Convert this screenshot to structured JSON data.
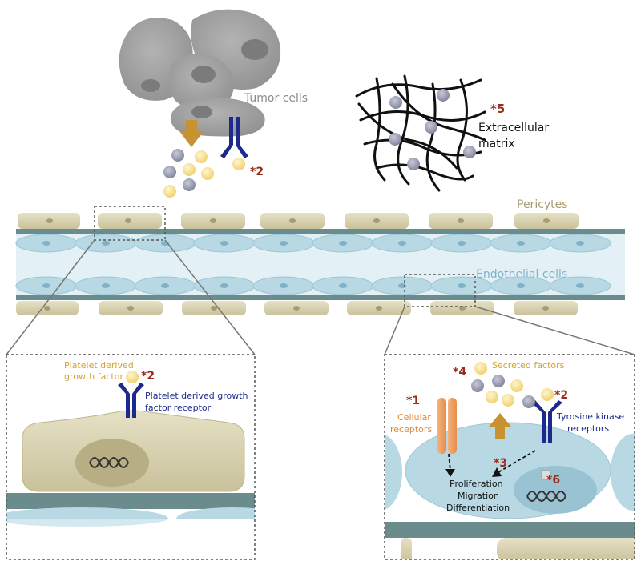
{
  "labels": {
    "tumor_cells": "Tumor cells",
    "extracellular_matrix_line1": "Extracellular",
    "extracellular_matrix_line2": "matrix",
    "pericytes": "Pericytes",
    "endothelial_cells": "Endothelial cells",
    "pdgf_line1": "Platelet derived",
    "pdgf_line2": "growth factor",
    "pdgfr_line1": "Platelet derived growth",
    "pdgfr_line2": "factor receptor",
    "secreted_factors": "Secreted factors",
    "cellular_receptors_line1": "Cellular",
    "cellular_receptors_line2": "receptors",
    "tyrosine_kinase_line1": "Tyrosine kinase",
    "tyrosine_kinase_line2": "receptors",
    "outcome_1": "Proliferation",
    "outcome_2": "Migration",
    "outcome_3": "Differentiation"
  },
  "markers": {
    "tumor_receptor": "*2",
    "ecm": "*5",
    "pdgf": "*2",
    "cellular_receptors": "*1",
    "secreted_factors": "*4",
    "tyrosine_kinase": "*2",
    "signaling": "*3",
    "nucleus": "*6"
  },
  "colors": {
    "marker_red": "#9b2b1a",
    "pericyte": "#d9d3b4",
    "pericyte_dark": "#a59c6f",
    "endothelial": "#b8d9e4",
    "vessel_wall": "#6b8c8c",
    "receptor_blue": "#1b2a8c",
    "growth_factor": "#f5dd8a",
    "protein_grey": "#8d90a8",
    "tumor_grey": "#9a9a9a",
    "orange_receptor": "#f0a46a",
    "arrow_gold": "#c99230"
  }
}
